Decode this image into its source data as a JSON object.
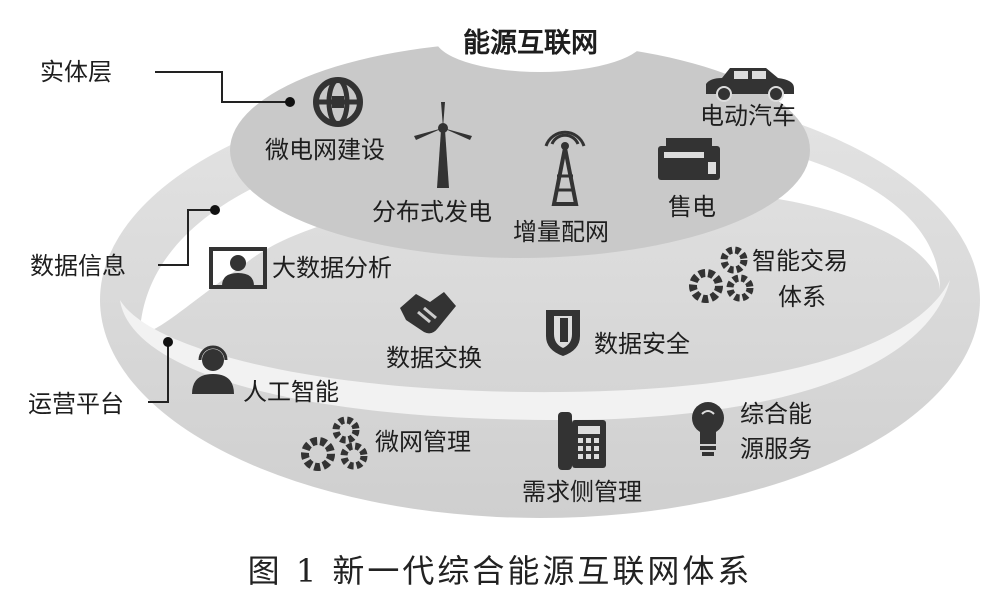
{
  "title": "能源互联网",
  "layers": {
    "physical": "实体层",
    "data": "数据信息",
    "platform": "运营平台"
  },
  "top_items": {
    "microgrid": "微电网建设",
    "distributed": "分布式发电",
    "distribution": "增量配网",
    "ev": "电动汽车",
    "sale": "售电"
  },
  "middle_items": {
    "bigdata": "大数据分析",
    "trading_line1": "智能交易",
    "trading_line2": "体系",
    "exchange": "数据交换",
    "security": "数据安全"
  },
  "bottom_items": {
    "ai": "人工智能",
    "micro_mgmt": "微网管理",
    "demand": "需求侧管理",
    "service_line1": "综合能",
    "service_line2": "源服务"
  },
  "caption": "图 1  新一代综合能源互联网体系",
  "colors": {
    "outer_disc": "#d9d9d9",
    "inner_disc": "#c8c8c8",
    "icon": "#333333"
  }
}
